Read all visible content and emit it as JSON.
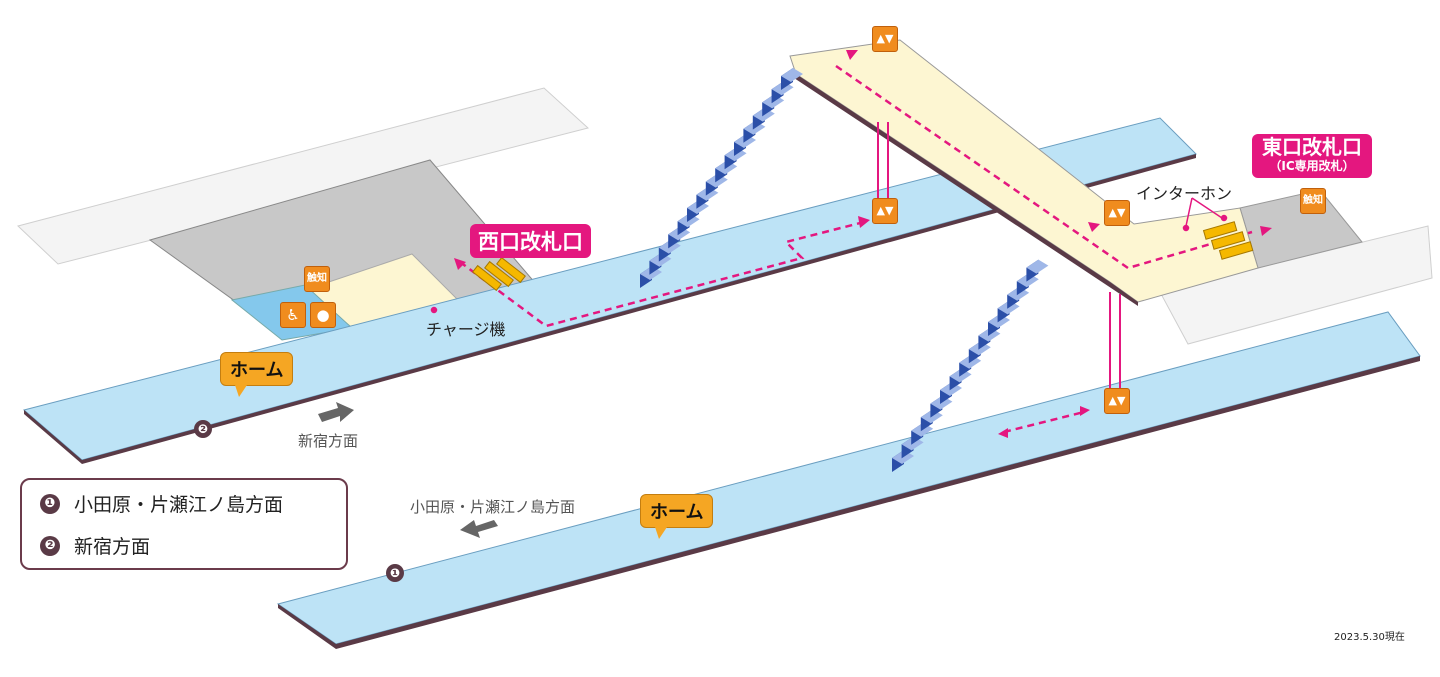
{
  "labels": {
    "west_gate": "西口改札口",
    "east_gate": "東口改札口",
    "east_gate_note": "（IC専用改札）",
    "platform_label": "ホーム",
    "charge_machine": "チャージ機",
    "intercom": "インターホン",
    "direction_shinjuku": "新宿方面",
    "direction_odawara": "小田原・片瀬江ノ島方面",
    "tactile_map": "触知",
    "date": "2023.5.30現在"
  },
  "legend": [
    {
      "num": "1",
      "glyph": "❶",
      "text": "小田原・片瀬江ノ島方面"
    },
    {
      "num": "2",
      "glyph": "❷",
      "text": "新宿方面"
    }
  ],
  "platform_numbers": [
    "❷",
    "❶"
  ],
  "icons": {
    "elevator": "elevator-icon",
    "wheelchair": "wheelchair-icon",
    "toilet": "toilet-icon",
    "tactile": "tactile-map-icon",
    "ticket_gate": "ticket-gate-icon",
    "stairs": "stairs-icon"
  },
  "colors": {
    "platform": "#bde3f6",
    "concourse": "#fdf6d2",
    "gray_area": "#c8c8c8",
    "route": "#e4177f",
    "stairs": "#2b4fa8",
    "gate": "#f5b800",
    "orange": "#f08c1e",
    "legend_border": "#6b3b4b"
  }
}
